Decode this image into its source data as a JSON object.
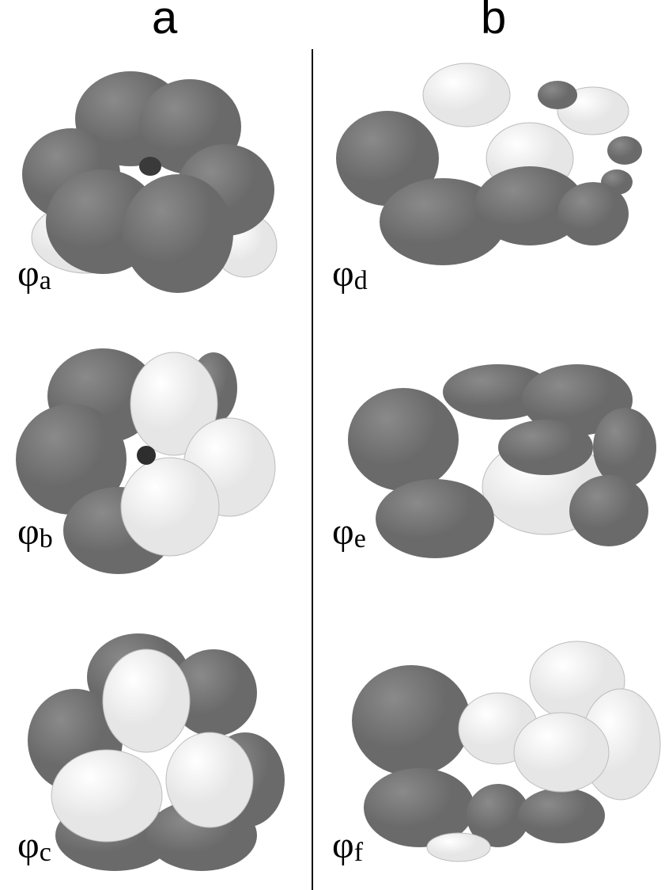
{
  "columns": [
    {
      "label": "a"
    },
    {
      "label": "b"
    }
  ],
  "orbitals": [
    {
      "symbol": "φ",
      "sub": "a",
      "column": "a"
    },
    {
      "symbol": "φ",
      "sub": "b",
      "column": "a"
    },
    {
      "symbol": "φ",
      "sub": "c",
      "column": "a"
    },
    {
      "symbol": "φ",
      "sub": "d",
      "column": "b"
    },
    {
      "symbol": "φ",
      "sub": "e",
      "column": "b"
    },
    {
      "symbol": "φ",
      "sub": "f",
      "column": "b"
    }
  ],
  "lobe_colors": {
    "dark": "#6a6a6a",
    "light": "#e6e6e6"
  }
}
